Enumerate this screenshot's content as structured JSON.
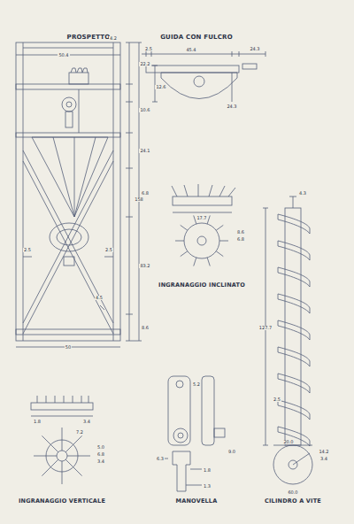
{
  "diagram": {
    "labels": [
      "PROSPETTO",
      "GUIDA CON FULCRO",
      "INGRANAGGIO INCLINATO",
      "CILINDRO A VITE",
      "INGRANAGGIO VERTICALE",
      "MANOVELLA",
      "50.4",
      "4.2",
      "22.2",
      "10.6",
      "24.1",
      "6.8",
      "158",
      "83.2",
      "2.5",
      "2.5",
      "4.5",
      "8.6",
      "50",
      "2.5",
      "45.4",
      "24.3",
      "12.6",
      "24.3",
      "17.7",
      "8.6",
      "6.8",
      "127.7",
      "4.3",
      "2.5",
      "20.0",
      "14.2",
      "3.4",
      "60.0",
      "5.0",
      "6.8",
      "3.4",
      "7.2",
      "1.8",
      "3.4",
      "5.2",
      "9.0",
      "6.3",
      "1.8",
      "1.3"
    ]
  }
}
